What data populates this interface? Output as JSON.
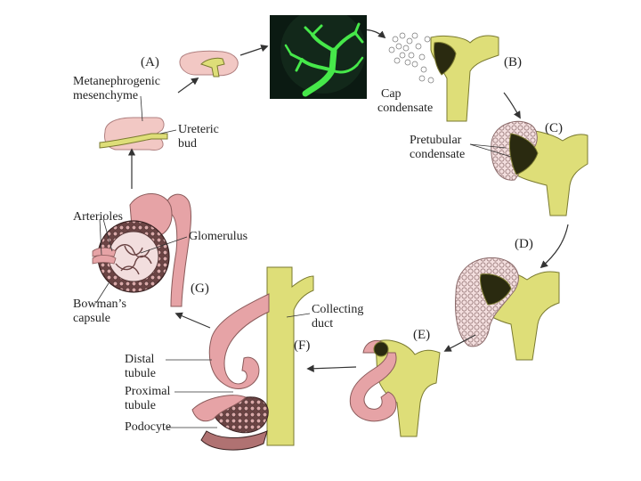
{
  "colors": {
    "duct_yellow": "#dede78",
    "mesenchyme_pink": "#f2c8c4",
    "tubule_pink": "#e6a3a6",
    "capsule_dark": "#5a3a3a",
    "micro_bg": "#0b1a12",
    "micro_glow": "#46e84a"
  },
  "stages": {
    "a": "(A)",
    "b": "(B)",
    "c": "(C)",
    "d": "(D)",
    "e": "(E)",
    "f": "(F)",
    "g": "(G)"
  },
  "labels": {
    "metanephrogenic_1": "Metanephrogenic",
    "metanephrogenic_2": "mesenchyme",
    "ureteric_1": "Ureteric",
    "ureteric_2": "bud",
    "cap_1": "Cap",
    "cap_2": "condensate",
    "pretubular_1": "Pretubular",
    "pretubular_2": "condensate",
    "arterioles": "Arterioles",
    "glomerulus": "Glomerulus",
    "bowmans_1": "Bowman’s",
    "bowmans_2": "capsule",
    "collecting_1": "Collecting",
    "collecting_2": "duct",
    "distal_1": "Distal",
    "distal_2": "tubule",
    "proximal_1": "Proximal",
    "proximal_2": "tubule",
    "podocyte": "Podocyte"
  },
  "icons": {
    "stage_arrow": "curved-arrow",
    "micrograph": "fluorescent-branching-micrograph"
  }
}
